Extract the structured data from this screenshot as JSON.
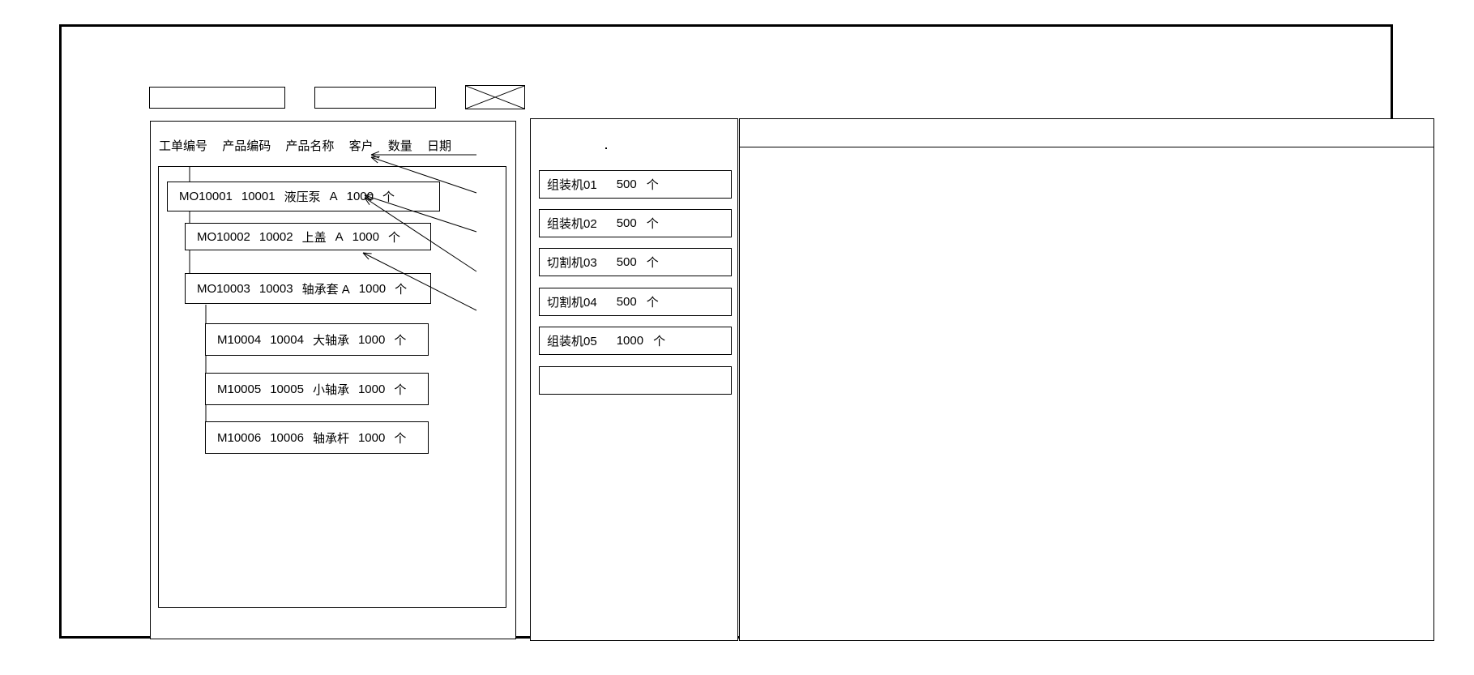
{
  "window": {
    "title": ""
  },
  "toolbar": {
    "field_1_value": "",
    "field_2_value": "",
    "image_placeholder_label": "image-placeholder"
  },
  "left_panel": {
    "columns": [
      "工单编号",
      "产品编码",
      "产品名称",
      "客户",
      "数量",
      "日期"
    ],
    "rows": [
      {
        "level": 0,
        "order_no": "MO10001",
        "product_code": "10001",
        "product_name": "液压泵",
        "customer": "A",
        "quantity": "1000",
        "unit": "个"
      },
      {
        "level": 1,
        "order_no": "MO10002",
        "product_code": "10002",
        "product_name": "上盖",
        "customer": "A",
        "quantity": "1000",
        "unit": "个"
      },
      {
        "level": 1,
        "order_no": "MO10003",
        "product_code": "10003",
        "product_name": "轴承套 A",
        "customer": "",
        "quantity": "1000",
        "unit": "个"
      },
      {
        "level": 2,
        "order_no": "M10004",
        "product_code": "10004",
        "product_name": "大轴承",
        "customer": "",
        "quantity": "1000",
        "unit": "个"
      },
      {
        "level": 2,
        "order_no": "M10005",
        "product_code": "10005",
        "product_name": "小轴承",
        "customer": "",
        "quantity": "1000",
        "unit": "个"
      },
      {
        "level": 2,
        "order_no": "M10006",
        "product_code": "10006",
        "product_name": "轴承杆",
        "customer": "",
        "quantity": "1000",
        "unit": "个"
      }
    ]
  },
  "middle_panel": {
    "rows": [
      {
        "machine": "组装机01",
        "quantity": "500",
        "unit": "个"
      },
      {
        "machine": "组装机02",
        "quantity": "500",
        "unit": "个"
      },
      {
        "machine": "切割机03",
        "quantity": "500",
        "unit": "个"
      },
      {
        "machine": "切割机04",
        "quantity": "500",
        "unit": "个"
      },
      {
        "machine": "组装机05",
        "quantity": "1000",
        "unit": "个"
      }
    ],
    "empty_row_value": ""
  },
  "right_panel": {
    "header_value": "",
    "body_value": ""
  },
  "colors": {
    "line": "#000000",
    "background": "#ffffff",
    "text": "#000000"
  }
}
